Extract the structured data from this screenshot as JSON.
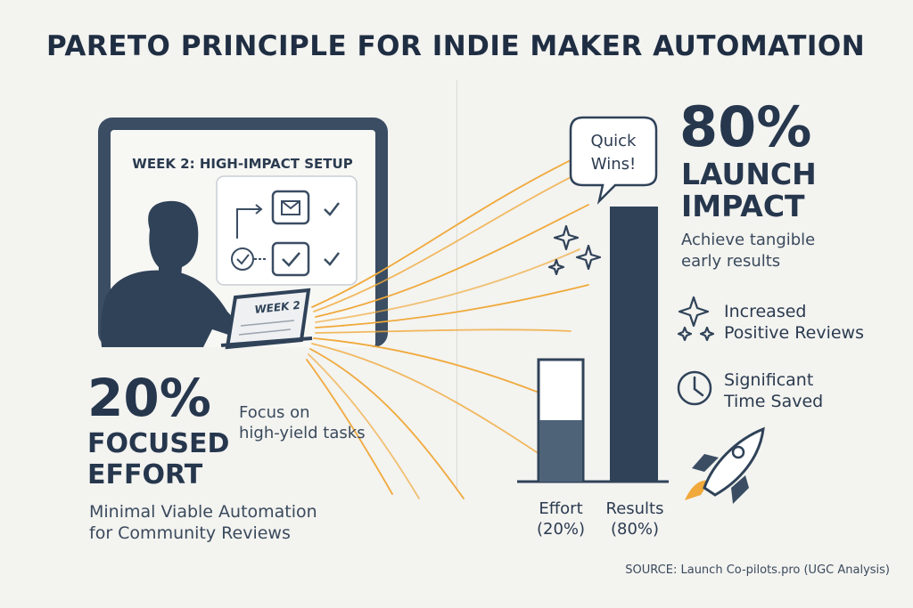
{
  "title": "PARETO PRINCIPLE FOR INDIE MAKER AUTOMATION",
  "monitor": {
    "heading": "WEEK 2: HIGH-IMPACT SETUP",
    "laptop_label": "WEEK 2"
  },
  "left": {
    "percent": "20%",
    "heading_line1": "FOCUSED",
    "heading_line2": "EFFORT",
    "focus_line1": "Focus on",
    "focus_line2": "high-yield tasks",
    "desc_line1": "Minimal Viable Automation",
    "desc_line2": "for Community Reviews"
  },
  "bubble": {
    "line1": "Quick",
    "line2": "Wins!"
  },
  "right": {
    "percent": "80%",
    "heading_line1": "LAUNCH",
    "heading_line2": "IMPACT",
    "desc_line1": "Achieve tangible",
    "desc_line2": "early results",
    "benefits": [
      {
        "line1": "Increased",
        "line2": "Positive Reviews",
        "icon": "sparkle-icon"
      },
      {
        "line1": "Significant",
        "line2": "Time Saved",
        "icon": "clock-icon"
      }
    ]
  },
  "bars": {
    "effort_line1": "Effort",
    "effort_line2": "(20%)",
    "results_line1": "Results",
    "results_line2": "(80%)",
    "effort_value": 20,
    "results_value": 80
  },
  "source": "SOURCE: Launch Co-pilots.pro (UGC Analysis)",
  "colors": {
    "navy": "#2f4258",
    "orange": "#f0a93a",
    "background": "#f3f3f0"
  }
}
